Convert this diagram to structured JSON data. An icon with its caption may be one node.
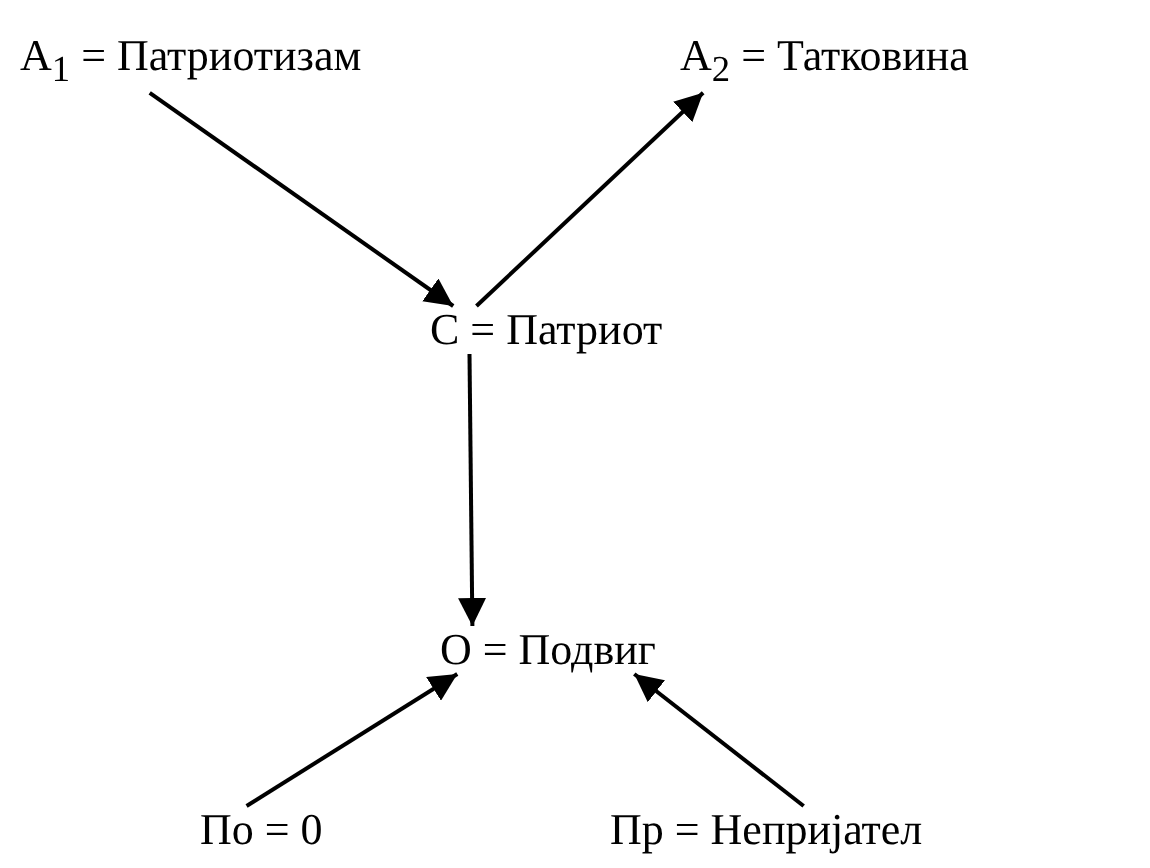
{
  "diagram": {
    "nodes": [
      {
        "text": [
          "A$_{1}$ = Патриотизам"
        ]
      },
      {
        "text": [
          "A$_{2}$ = Татковина"
        ]
      },
      {
        "text": [
          "C = Патриот"
        ]
      },
      {
        "text": [
          "O = Подвиг"
        ]
      },
      {
        "text": [
          "По = 0"
        ]
      },
      {
        "text": [
          "Пр = Непријател"
        ]
      }
    ],
    "edges": [
      {
        "from": 0,
        "to": 2,
        "arrow": "to"
      },
      {
        "from": 2,
        "to": 1,
        "arrow": "to"
      },
      {
        "from": 2,
        "to": 3,
        "arrow": "to"
      },
      {
        "from": 4,
        "to": 3,
        "arrow": "to"
      },
      {
        "from": 5,
        "to": 3,
        "arrow": "to"
      }
    ]
  }
}
